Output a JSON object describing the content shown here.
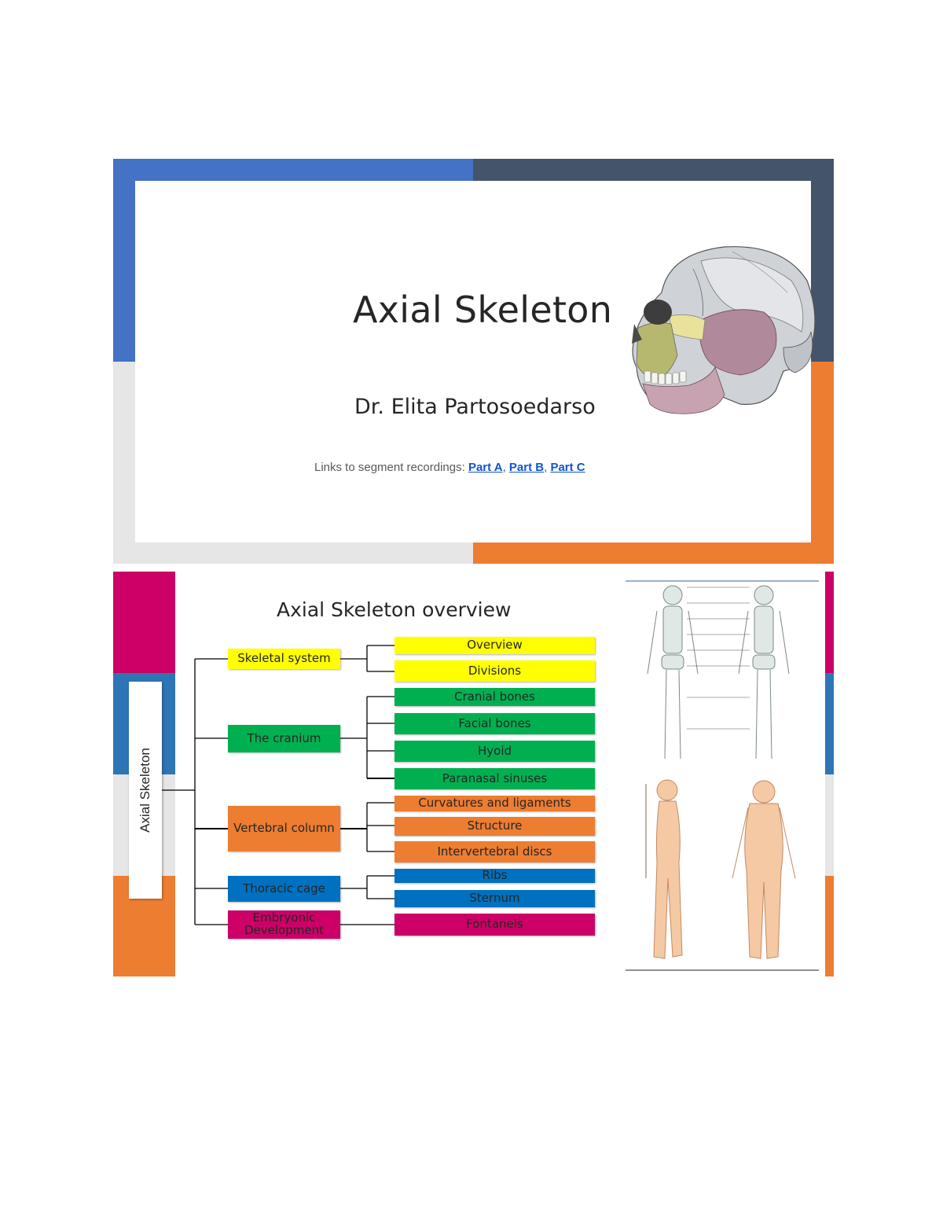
{
  "slide1": {
    "title": "Axial Skeleton",
    "subtitle": "Dr. Elita Partosoedarso",
    "links_prefix": "Links to segment recordings: ",
    "links": [
      "Part A",
      "Part B",
      "Part C"
    ],
    "colors": {
      "blue": "#4472c4",
      "navy": "#44546a",
      "orange": "#ed7d31",
      "gray": "#e6e6e6"
    }
  },
  "slide2": {
    "title": "Axial Skeleton overview",
    "side_label": "Axial Skeleton",
    "groups": [
      {
        "label": "Skeletal system",
        "color": "#ffff00",
        "children": [
          "Overview",
          "Divisions"
        ]
      },
      {
        "label": "The cranium",
        "color": "#00b050",
        "children": [
          "Cranial bones",
          "Facial bones",
          "Hyoid",
          "Paranasal sinuses"
        ]
      },
      {
        "label": "Vertebral column",
        "color": "#ed7d31",
        "children": [
          "Curvatures and ligaments",
          "Structure",
          "Intervertebral discs"
        ]
      },
      {
        "label": "Thoracic cage",
        "color": "#0070c0",
        "children": [
          "Ribs",
          "Sternum"
        ]
      },
      {
        "label": "Embryonic Development",
        "color": "#cc0066",
        "children": [
          "Fontanels"
        ]
      }
    ],
    "colors": {
      "magenta": "#cc0066",
      "blue": "#2e75b6",
      "gray": "#e6e6e6",
      "orange": "#ed7d31"
    }
  }
}
